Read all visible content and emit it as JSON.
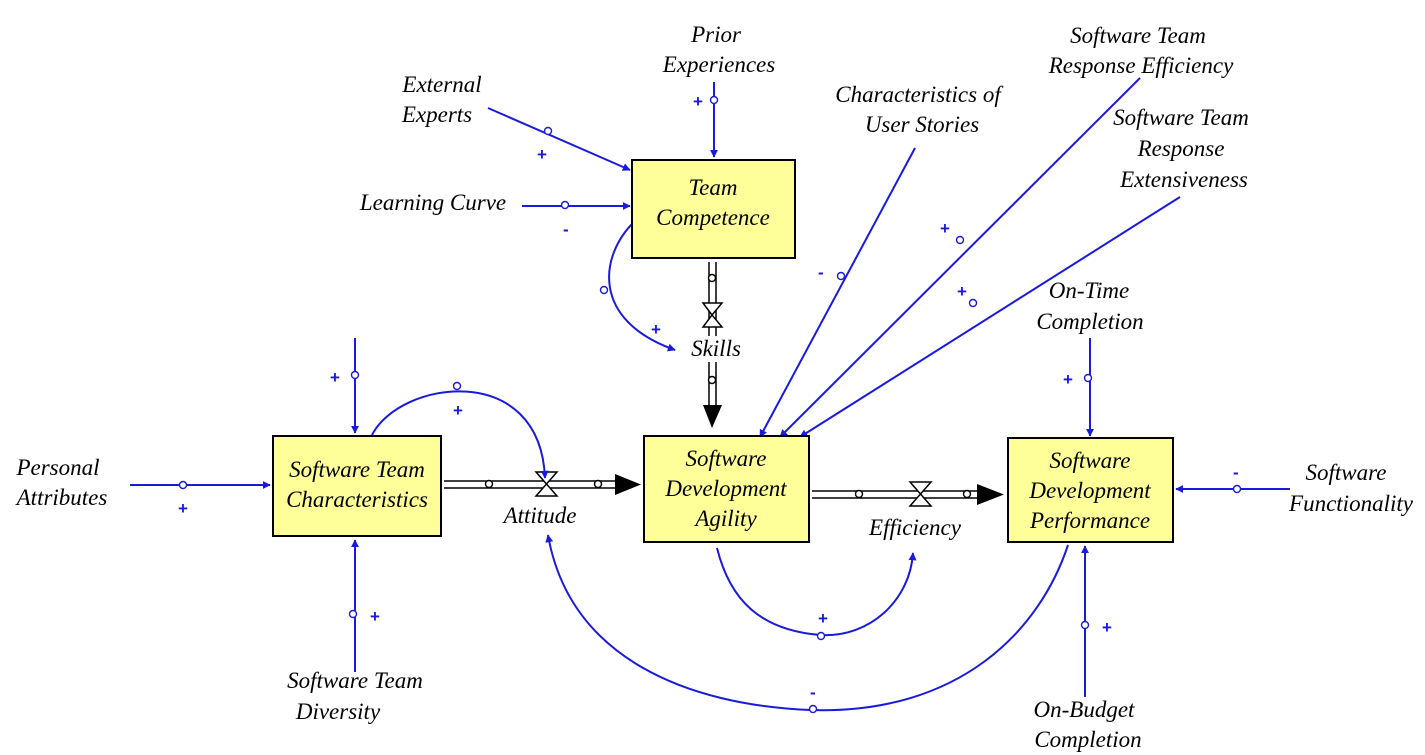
{
  "colors": {
    "stock_fill": "#ffff99",
    "link": "#1a1adc",
    "flow": "#000000",
    "text": "#000000"
  },
  "stocks": {
    "team_competence": [
      "Team",
      "Competence"
    ],
    "team_characteristics": [
      "Software Team",
      "Characteristics"
    ],
    "dev_agility": [
      "Software",
      "Development",
      "Agility"
    ],
    "dev_performance": [
      "Software",
      "Development",
      "Performance"
    ]
  },
  "flows": {
    "skills": "Skills",
    "attitude": "Attitude",
    "efficiency": "Efficiency"
  },
  "variables": {
    "prior_experiences": [
      "Prior",
      "Experiences"
    ],
    "external_experts": [
      "External",
      "Experts"
    ],
    "learning_curve": "Learning Curve",
    "user_stories": [
      "Characteristics of",
      "User Stories"
    ],
    "response_efficiency": [
      "Software Team",
      "Response Efficiency"
    ],
    "response_extensiveness": [
      "Software Team",
      "Response",
      "Extensiveness"
    ],
    "on_time": [
      "On-Time",
      "Completion"
    ],
    "personal_attributes": [
      "Personal",
      "Attributes"
    ],
    "team_diversity": [
      "Software Team",
      "Diversity"
    ],
    "functionality": [
      "Software",
      "Functionality"
    ],
    "on_budget": [
      "On-Budget",
      "Completion"
    ]
  },
  "signs": {
    "prior_experiences": "+",
    "external_experts": "+",
    "learning_curve": "-",
    "competence_to_skills": "+",
    "user_stories": "-",
    "response_efficiency": "+",
    "response_extensiveness": "+",
    "on_time": "+",
    "characteristics_input": "+",
    "characteristics_to_attitude": "+",
    "personal_attributes": "+",
    "team_diversity": "+",
    "functionality": "-",
    "on_budget": "+",
    "agility_to_efficiency": "+",
    "performance_to_attitude": "-"
  }
}
